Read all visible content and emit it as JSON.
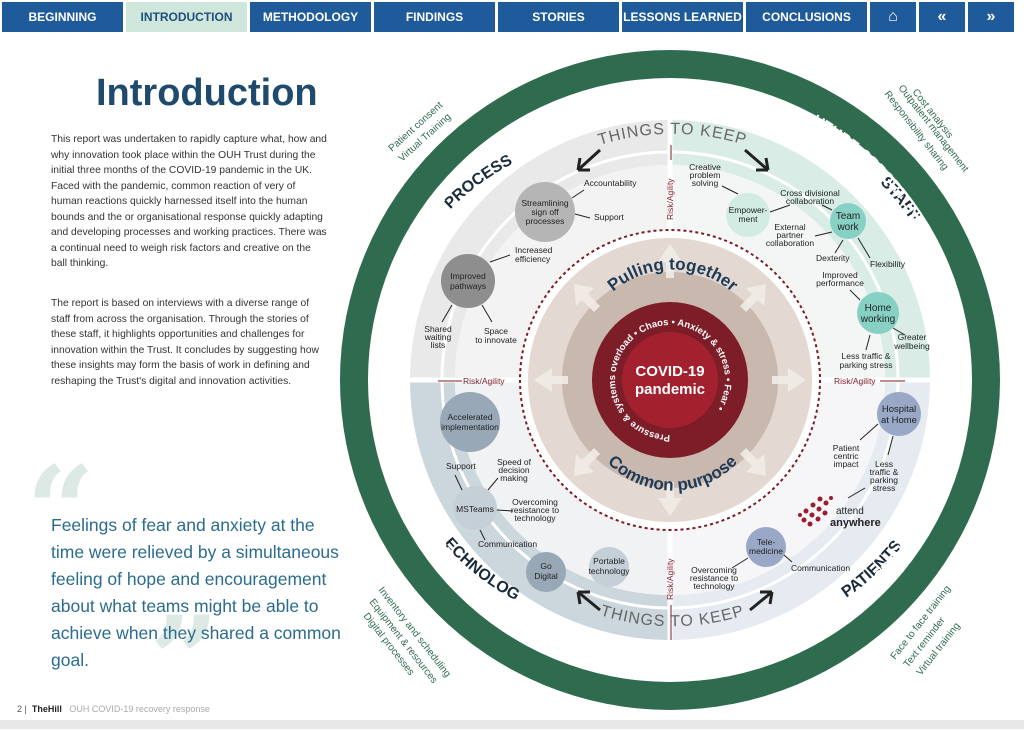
{
  "nav": {
    "items": [
      "BEGINNING",
      "INTRODUCTION",
      "METHODOLOGY",
      "FINDINGS",
      "STORIES",
      "LESSONS LEARNED",
      "CONCLUSIONS"
    ],
    "active": "INTRODUCTION",
    "home_icon": "home-icon",
    "prev_icon": "double-chevron-left-icon",
    "next_icon": "double-chevron-right-icon",
    "prev_label": "«",
    "next_label": "»",
    "home_label": "⌂"
  },
  "page": {
    "title": "Introduction",
    "para1": "This report was undertaken to rapidly capture what, how and why innovation  took place within the OUH Trust during the initial three months of the COVID-19 pandemic in the UK. Faced with the pandemic,  common reaction of very of human reactions quickly harnessed itself into the human bounds and the or organisational response quickly adapting and developing processes and working practices. There was a continual need to weigh risk factors and creative on the ball thinking.",
    "para2": "The report is based on interviews with a diverse range of staff from across the organisation. Through the stories of these staff, it highlights opportunities and challenges for innovation within the Trust. It concludes by suggesting how these insights may form the basis of work in defining and reshaping the Trust's digital and innovation activities.",
    "quote": "Feelings of fear and anxiety at the time were relieved by a simultaneous feeling of hope and encouragement about what teams might be able to achieve when they shared a common goal."
  },
  "footer": {
    "page_num": "2",
    "brand": "TheHill",
    "subtitle": "OUH COVID-19 recovery response"
  },
  "diagram": {
    "center": {
      "line1": "COVID-19",
      "line2": "pandemic"
    },
    "ring_text": "Pressure & systems overload • Chaos • Anxiety & stress • Fear •",
    "pulling": "Pulling together",
    "common": "Common purpose",
    "things_keep_top": "THINGS TO KEEP",
    "things_keep_bottom": "THINGS TO KEEP",
    "risk": "Risk/Agility",
    "quadrants": {
      "process": "PROCESS",
      "staff": "STAFF",
      "technology": "TECHNOLOGY",
      "patients": "PATIENTS"
    },
    "future": "FUTURE OPPORTUNITIES",
    "outer_notes": {
      "tl": [
        "Patient consent",
        "Virtual Training"
      ],
      "tr": [
        "Cost analysis",
        "Outpatient management",
        "Responsibility sharing"
      ],
      "bl": [
        "Inventory and scheduling",
        "Equipment & resources",
        "Digital processes"
      ],
      "br": [
        "Face to face training",
        "Text reminder",
        "Virtual training"
      ]
    },
    "process": {
      "streamlining": [
        "Streamlining",
        "sign off",
        "processes"
      ],
      "accountability": "Accountability",
      "support": "Support",
      "increased": [
        "Increased",
        "efficiency"
      ],
      "improved": [
        "Improved",
        "pathways"
      ],
      "shared": [
        "Shared",
        "waiting",
        "lists"
      ],
      "space": [
        "Space",
        "to innovate"
      ]
    },
    "staff": {
      "creative": [
        "Creative",
        "problem",
        "solving"
      ],
      "empowerment": [
        "Empower-",
        "ment"
      ],
      "cross": [
        "Cross divisional",
        "collaboration"
      ],
      "team": [
        "Team",
        "work"
      ],
      "external": [
        "External",
        "partner",
        "collaboration"
      ],
      "dexterity": "Dexterity",
      "flexibility": "Flexibility",
      "improved_perf": [
        "Improved",
        "performance"
      ],
      "home": [
        "Home",
        "working"
      ],
      "greater": [
        "Greater",
        "wellbeing"
      ],
      "less_traffic": [
        "Less traffic &",
        "parking stress"
      ]
    },
    "technology": {
      "accelerated": [
        "Accelerated",
        "implementation"
      ],
      "support": "Support",
      "speed": [
        "Speed of",
        "decision",
        "making"
      ],
      "msteams": "MSTeams",
      "overcoming": [
        "Overcoming",
        "resistance to",
        "technology"
      ],
      "communication": "Communication",
      "go_digital": [
        "Go",
        "Digital"
      ],
      "portable": [
        "Portable",
        "technology"
      ]
    },
    "patients": {
      "hospital": [
        "Hospital",
        "at Home"
      ],
      "patient_centric": [
        "Patient",
        "centric",
        "impact"
      ],
      "less_traffic": [
        "Less",
        "traffic &",
        "parking",
        "stress"
      ],
      "attend": "attend",
      "anywhere": "anywhere",
      "telemedicine": [
        "Tele-",
        "medicine"
      ],
      "overcoming": [
        "Overcoming",
        "resistance to",
        "technology"
      ],
      "communication": "Communication"
    }
  }
}
